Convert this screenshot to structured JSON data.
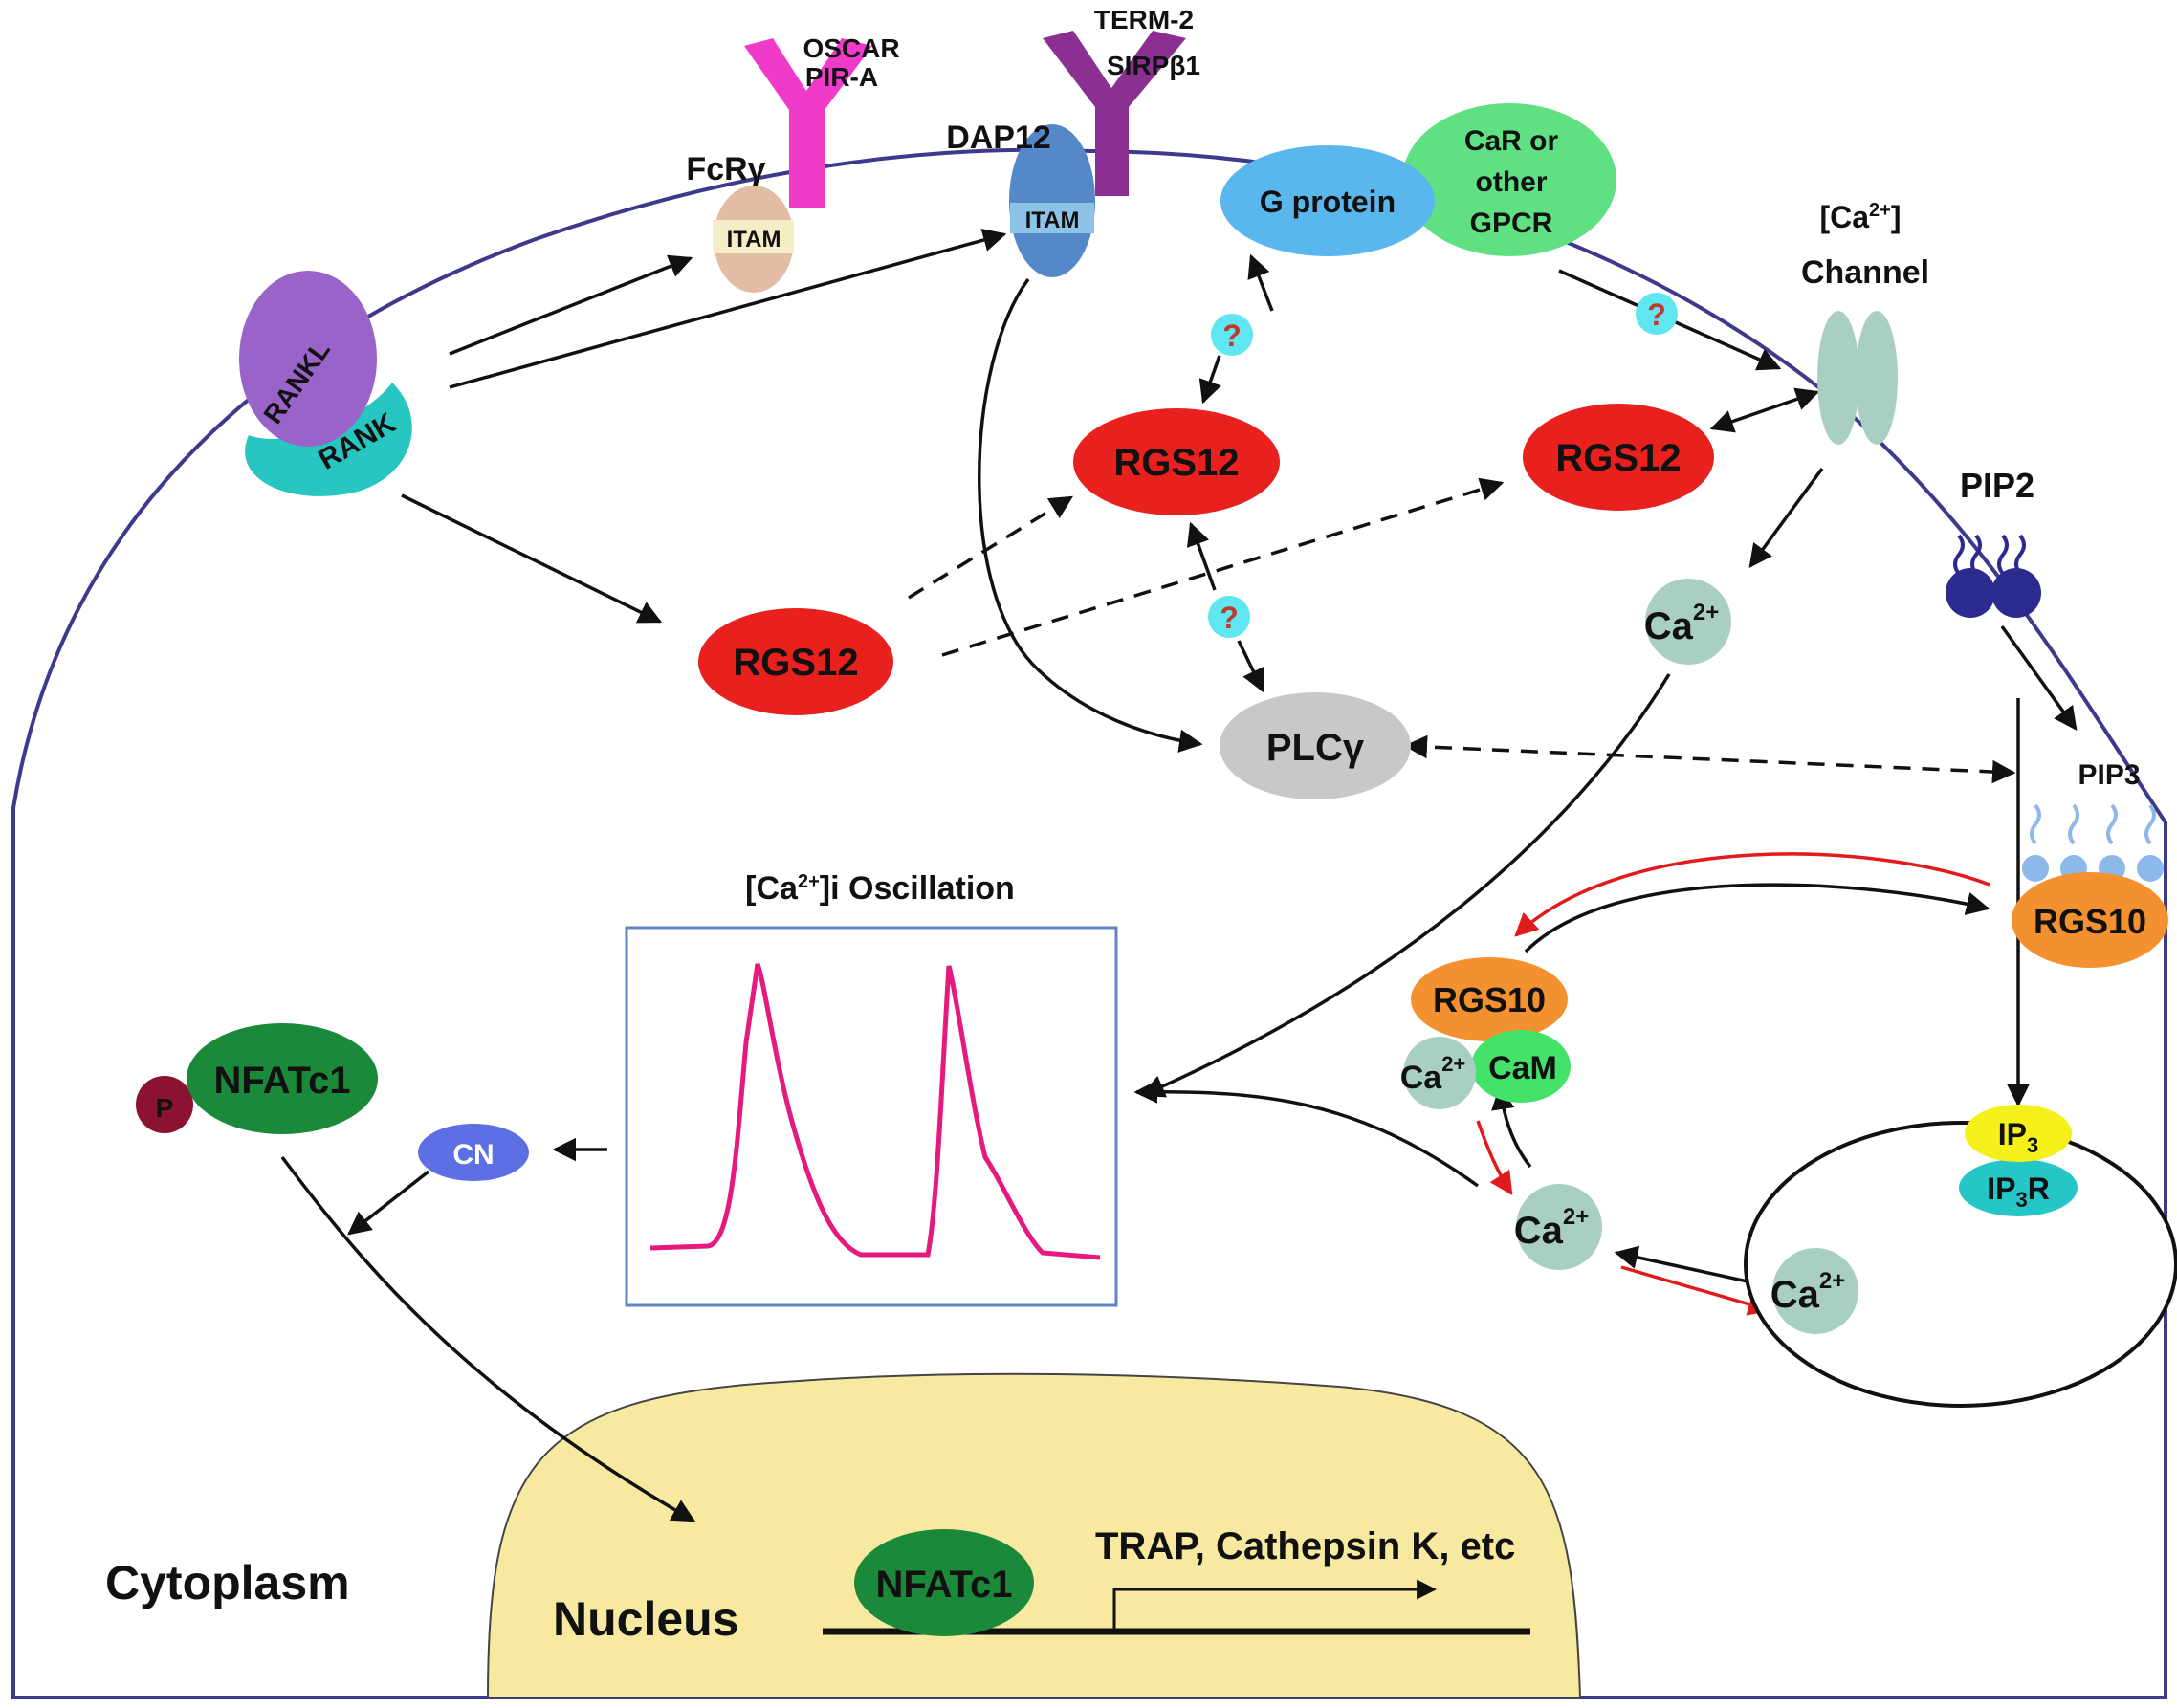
{
  "regions": {
    "cytoplasm": "Cytoplasm",
    "nucleus": "Nucleus"
  },
  "receptors": {
    "rankl": "RANKL",
    "rank": "RANK",
    "fcrg": "FcRγ",
    "fcrg_itam": "ITAM",
    "oscar_line1": "OSCAR",
    "oscar_line2": "PIR-A",
    "dap12": "DAP12",
    "dap12_itam": "ITAM",
    "trem_line1": "TERM-2",
    "trem_line2": "SIRPβ1",
    "g_protein": "G protein",
    "car_line1": "CaR or",
    "car_line2": "other",
    "car_line3": "GPCR",
    "channel_line1_base": "[Ca",
    "channel_line1_sup": "2+",
    "channel_line1_end": "]",
    "channel_line2": "Channel"
  },
  "nodes": {
    "rgs12": "RGS12",
    "plc": "PLCγ",
    "pip2": "PIP2",
    "pip3": "PIP3",
    "rgs10": "RGS10",
    "ca_base": "Ca",
    "ca_sup": "2+",
    "cam": "CaM",
    "ip3_base": "IP",
    "ip3_sub": "3",
    "ip3r_base": "IP",
    "ip3r_sub": "3",
    "ip3r_end": "R",
    "cn": "CN",
    "nfatc1": "NFATc1",
    "phospho": "P",
    "question": "?"
  },
  "oscillation": {
    "title_base": "[Ca",
    "title_sup": "2+",
    "title_end": "]i Oscillation",
    "trace_color": "#e6197e"
  },
  "nucleus_content": {
    "nfatc1": "NFATc1",
    "target_genes": "TRAP, Cathepsin K, etc"
  },
  "colors": {
    "membrane": "#3d3a8c",
    "rgs12": "#e8211f",
    "rgs10": "#f39130",
    "nfat": "#1a8a3a",
    "ca": "#a9cfc4",
    "nucleus_fill": "#f8e9a1",
    "feedback_arrow": "#e31a1c"
  }
}
